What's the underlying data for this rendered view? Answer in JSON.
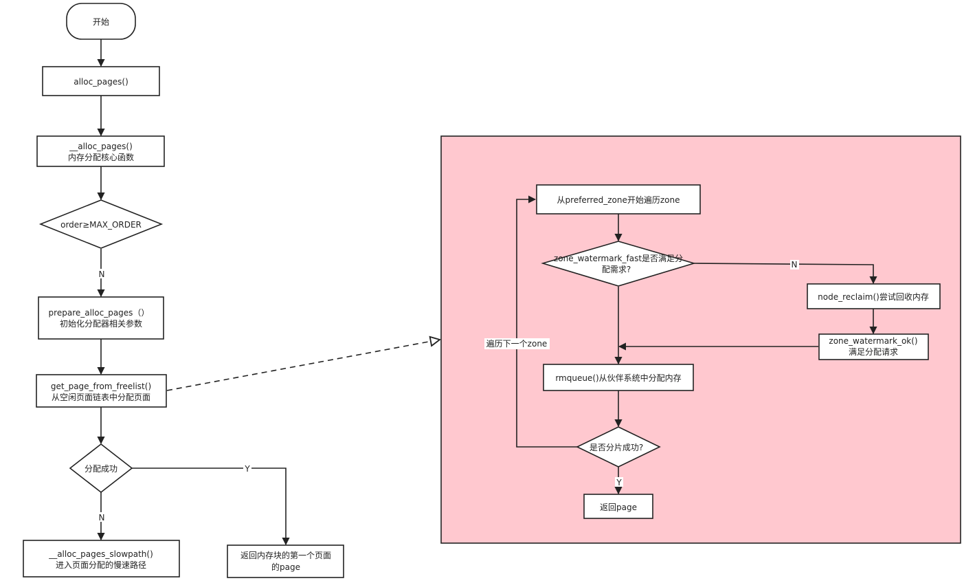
{
  "colors": {
    "stroke": "#222222",
    "node_fill": "#ffffff",
    "panel_fill": "#ffc8cf",
    "text": "#222222"
  },
  "nodes": {
    "start": [
      "开始"
    ],
    "alloc_pages": [
      "alloc_pages()"
    ],
    "alloc_pages_core": [
      "__alloc_pages()",
      "内存分配核心函数"
    ],
    "order_check": [
      "order≥MAX_ORDER"
    ],
    "prepare_alloc_pages": [
      "prepare_alloc_pages（）",
      "初始化分配器相关参数"
    ],
    "get_page_from_freelist": [
      "get_page_from_freelist()",
      "从空闲页面链表中分配页面"
    ],
    "alloc_success": [
      "分配成功"
    ],
    "alloc_pages_slowpath": [
      "__alloc_pages_slowpath()",
      "进入页面分配的慢速路径"
    ],
    "return_first_page": [
      "返回内存块的第一个页面",
      "的page"
    ],
    "iterate_zones": [
      "从preferred_zone开始遍历zone"
    ],
    "watermark_fast_check": [
      "zone_watermark_fast是否满足分",
      "配需求?"
    ],
    "node_reclaim": [
      "node_reclaim()尝试回收内存"
    ],
    "watermark_ok": [
      "zone_watermark_ok()",
      "满足分配请求"
    ],
    "rmqueue": [
      "rmqueue()从伙伴系统中分配内存"
    ],
    "split_success": [
      "是否分片成功?"
    ],
    "return_page": [
      "返回page"
    ]
  },
  "edge_labels": {
    "order_no": "N",
    "success_yes": "Y",
    "success_no": "N",
    "watermark_no": "N",
    "next_zone": "遍历下一个zone",
    "split_yes": "Y"
  }
}
